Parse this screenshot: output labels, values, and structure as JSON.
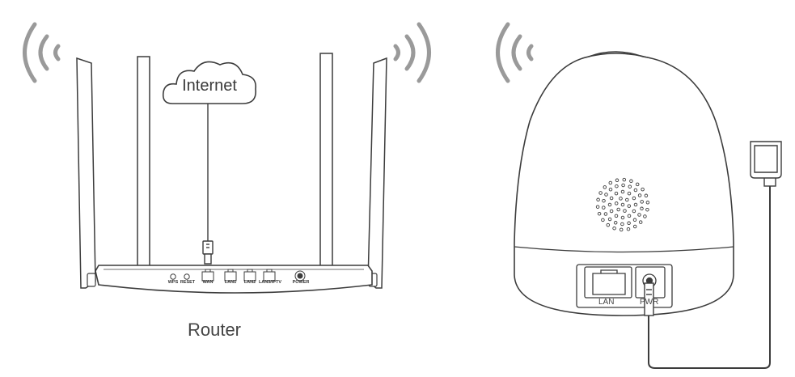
{
  "labels": {
    "internet": "Internet",
    "router": "Router"
  },
  "router_ports": [
    "WPS",
    "RESET",
    "WAN",
    "LAN1",
    "LAN2",
    "LAN3/IPTV",
    "POWER"
  ],
  "camera_ports": {
    "lan": "LAN",
    "power": "PWR"
  },
  "colors": {
    "line": "#3c3c3c",
    "wave": "#9a9a9a",
    "body_fill": "#ffffff"
  }
}
